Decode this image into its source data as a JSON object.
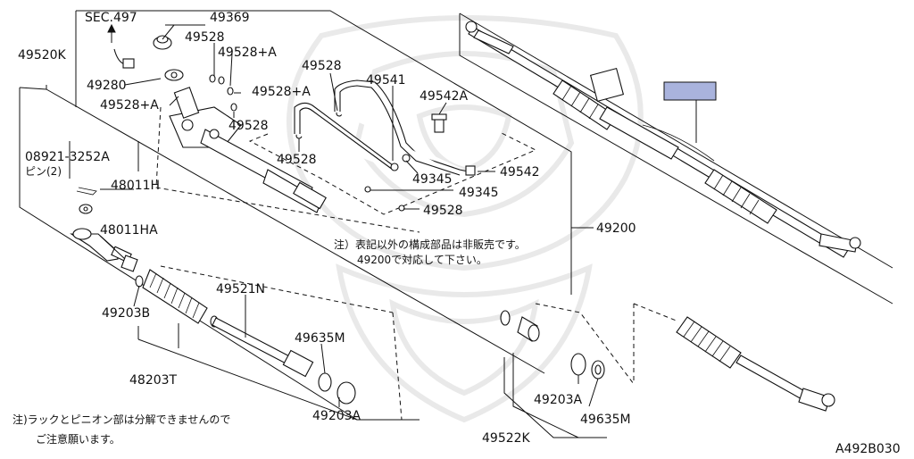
{
  "labels": {
    "sec497": "SEC.497",
    "p49369": "49369",
    "p49528_top": "49528",
    "p49528A_top": "49528+A",
    "p49280": "49280",
    "p49528A_left": "49528+A",
    "p49528A_mid": "49528+A",
    "p49528_tube": "49528",
    "p49541": "49541",
    "p49542A": "49542A",
    "p49528_mid": "49528",
    "p49528_low": "49528",
    "p49345_a": "49345",
    "p49542": "49542",
    "p49345_b": "49345",
    "p49528_bot": "49528",
    "p49520K": "49520K",
    "p08921": "08921-3252A",
    "pin2": "ピン(2)",
    "p48011H": "48011H",
    "p48011HA": "48011HA",
    "p49200": "49200",
    "p49203B": "49203B",
    "p49521N": "49521N",
    "p49635M_left": "49635M",
    "p48203T": "48203T",
    "p49203A_left": "49203A",
    "p49203A_right": "49203A",
    "p49635M_right": "49635M",
    "p49522K": "49522K",
    "code": "A492B030"
  },
  "notes": {
    "note1_line1": "注）表記以外の構成部品は非販売です。",
    "note1_line2": "49200で対応して下さい。",
    "note2_line1": "注)ラックとピニオン部は分解できませんので",
    "note2_line2": "ご注意願います。"
  },
  "colors": {
    "highlight": "#a9b3dd",
    "line": "#111111",
    "watermark": "#d8d8d8"
  }
}
